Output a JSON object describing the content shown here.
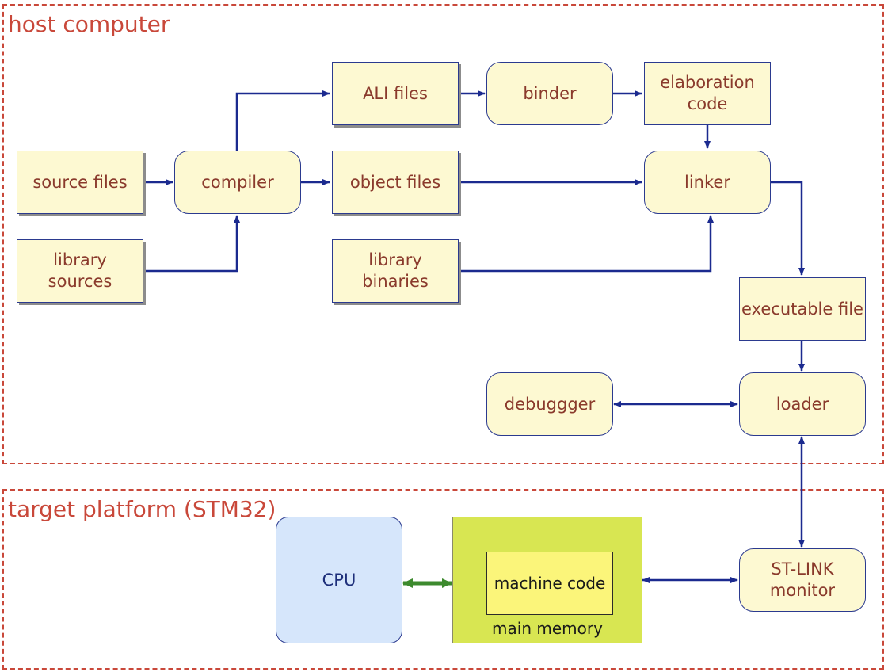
{
  "regions": {
    "host": "host computer",
    "target": "target platform (STM32)"
  },
  "nodes": {
    "source_files": "source files",
    "library_sources": "library\nsources",
    "compiler": "compiler",
    "ali_files": "ALI files",
    "object_files": "object files",
    "library_binaries": "library\nbinaries",
    "binder": "binder",
    "elaboration_code": "elaboration\ncode",
    "linker": "linker",
    "executable_file": "executable file",
    "debugger": "debuggger",
    "loader": "loader",
    "stlink_monitor": "ST-LINK\nmonitor"
  },
  "target": {
    "cpu": "CPU",
    "machine_code": "machine code",
    "main_memory": "main memory"
  },
  "colors": {
    "region_border": "#c9483a",
    "arrow": "#1b2a8f",
    "memory_bus_arrow": "#3d8a2e",
    "node_fill": "#fdf9d2",
    "node_text": "#8a3a2c",
    "cpu_fill": "#d6e6fb",
    "memory_fill": "#d8e652",
    "machine_code_fill": "#fbf57a"
  }
}
